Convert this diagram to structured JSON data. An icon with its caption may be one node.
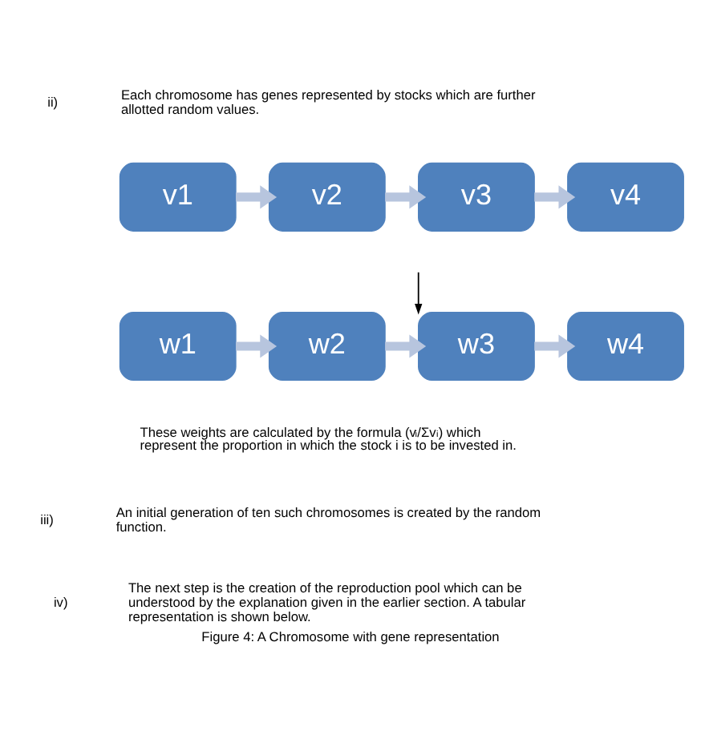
{
  "diagram": {
    "caption": "Figure 4: A Chromosome with gene representation",
    "nodes": [
      {
        "text": [
          "v1"
        ]
      },
      {
        "text": [
          "v2"
        ]
      },
      {
        "text": [
          "v3"
        ]
      },
      {
        "text": [
          "v4"
        ]
      },
      {
        "text": [
          "w1"
        ]
      },
      {
        "text": [
          "w2"
        ]
      },
      {
        "text": [
          "w3"
        ]
      },
      {
        "text": [
          "w4"
        ]
      }
    ],
    "edges": [
      {
        "from": 0,
        "to": 1,
        "arrow": "to"
      },
      {
        "from": 1,
        "to": 2,
        "arrow": "to"
      },
      {
        "from": 2,
        "to": 3,
        "arrow": "to"
      },
      {
        "from": 4,
        "to": 5,
        "arrow": "to"
      },
      {
        "from": 5,
        "to": 6,
        "arrow": "to"
      },
      {
        "from": 6,
        "to": 7,
        "arrow": "to"
      },
      {
        "from": null,
        "to": 6,
        "arrow": "to",
        "color": "#000000"
      }
    ],
    "labels": [
      "ii)",
      "Each chromosome has genes represented by stocks which are further allotted random values.",
      "These weights are calculated by the formula (v$_{i}$/Σv$_{i}$) which represent the proportion in which the stock i is to be invested in.",
      "iii)",
      "An initial generation of ten such chromosomes is created by the random function.",
      "iv)",
      "The next step is the creation of the reproduction pool which can be understood by the explanation given in the earlier section. A tabular representation is shown below."
    ]
  }
}
